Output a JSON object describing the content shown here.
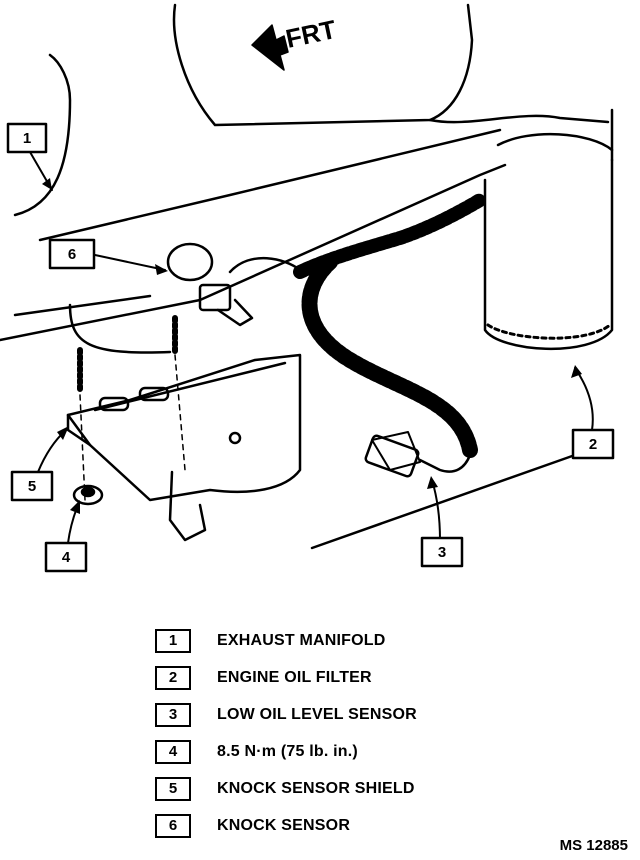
{
  "diagram": {
    "direction_label": "FRT",
    "callouts": [
      {
        "num": "1",
        "label": "EXHAUST MANIFOLD"
      },
      {
        "num": "2",
        "label": "ENGINE OIL FILTER"
      },
      {
        "num": "3",
        "label": "LOW OIL LEVEL SENSOR"
      },
      {
        "num": "4",
        "label": "8.5 N·m (75 lb. in.)"
      },
      {
        "num": "5",
        "label": "KNOCK SENSOR SHIELD"
      },
      {
        "num": "6",
        "label": "KNOCK SENSOR"
      }
    ],
    "figure_id": "MS 12885"
  }
}
